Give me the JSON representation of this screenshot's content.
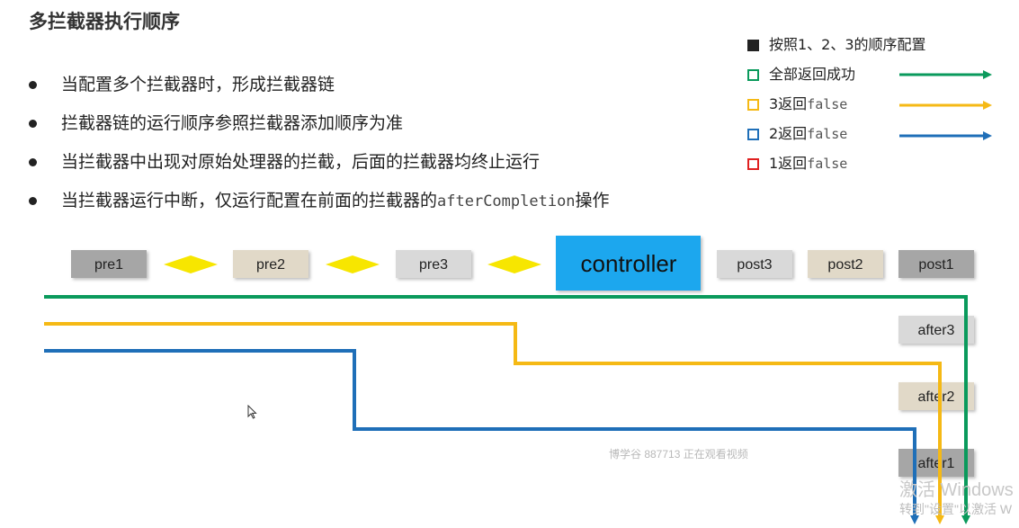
{
  "title": "多拦截器执行顺序",
  "bullets": [
    {
      "text": "当配置多个拦截器时，形成拦截器链",
      "mono": ""
    },
    {
      "text": "拦截器链的运行顺序参照拦截器添加顺序为准",
      "mono": ""
    },
    {
      "text": "当拦截器中出现对原始处理器的拦截，后面的拦截器均终止运行",
      "mono": ""
    },
    {
      "text": "当拦截器运行中断，仅运行配置在前面的拦截器的",
      "mono": "afterCompletion",
      "suffix": "操作"
    }
  ],
  "legend": {
    "header": "按照1、2、3的顺序配置",
    "items": [
      {
        "label": "全部返回成功",
        "mono": "",
        "color": "#0a9a5c"
      },
      {
        "label": "3返回",
        "mono": "false",
        "color": "#f5b915"
      },
      {
        "label": "2返回",
        "mono": "false",
        "color": "#1f6fb8"
      },
      {
        "label": "1返回",
        "mono": "false",
        "color": "#e02020"
      }
    ]
  },
  "flow": {
    "pre": [
      "pre1",
      "pre2",
      "pre3"
    ],
    "controller": "controller",
    "post": [
      "post3",
      "post2",
      "post1"
    ],
    "after": [
      "after3",
      "after2",
      "after1"
    ]
  },
  "colors": {
    "green": "#0a9a5c",
    "yellow": "#f5b915",
    "blue": "#1f6fb8",
    "diamond": "#f7e600",
    "controller": "#1aa7ee",
    "gray_box": "#a6a6a6",
    "beige_box": "#e1d9c8",
    "light_box": "#d9d9d9"
  },
  "overlay": {
    "viewer": "博学谷 887713 正在观看视频",
    "windows_line1": "激活 Windows",
    "windows_line2": "转到\"设置\"以激活 W"
  }
}
